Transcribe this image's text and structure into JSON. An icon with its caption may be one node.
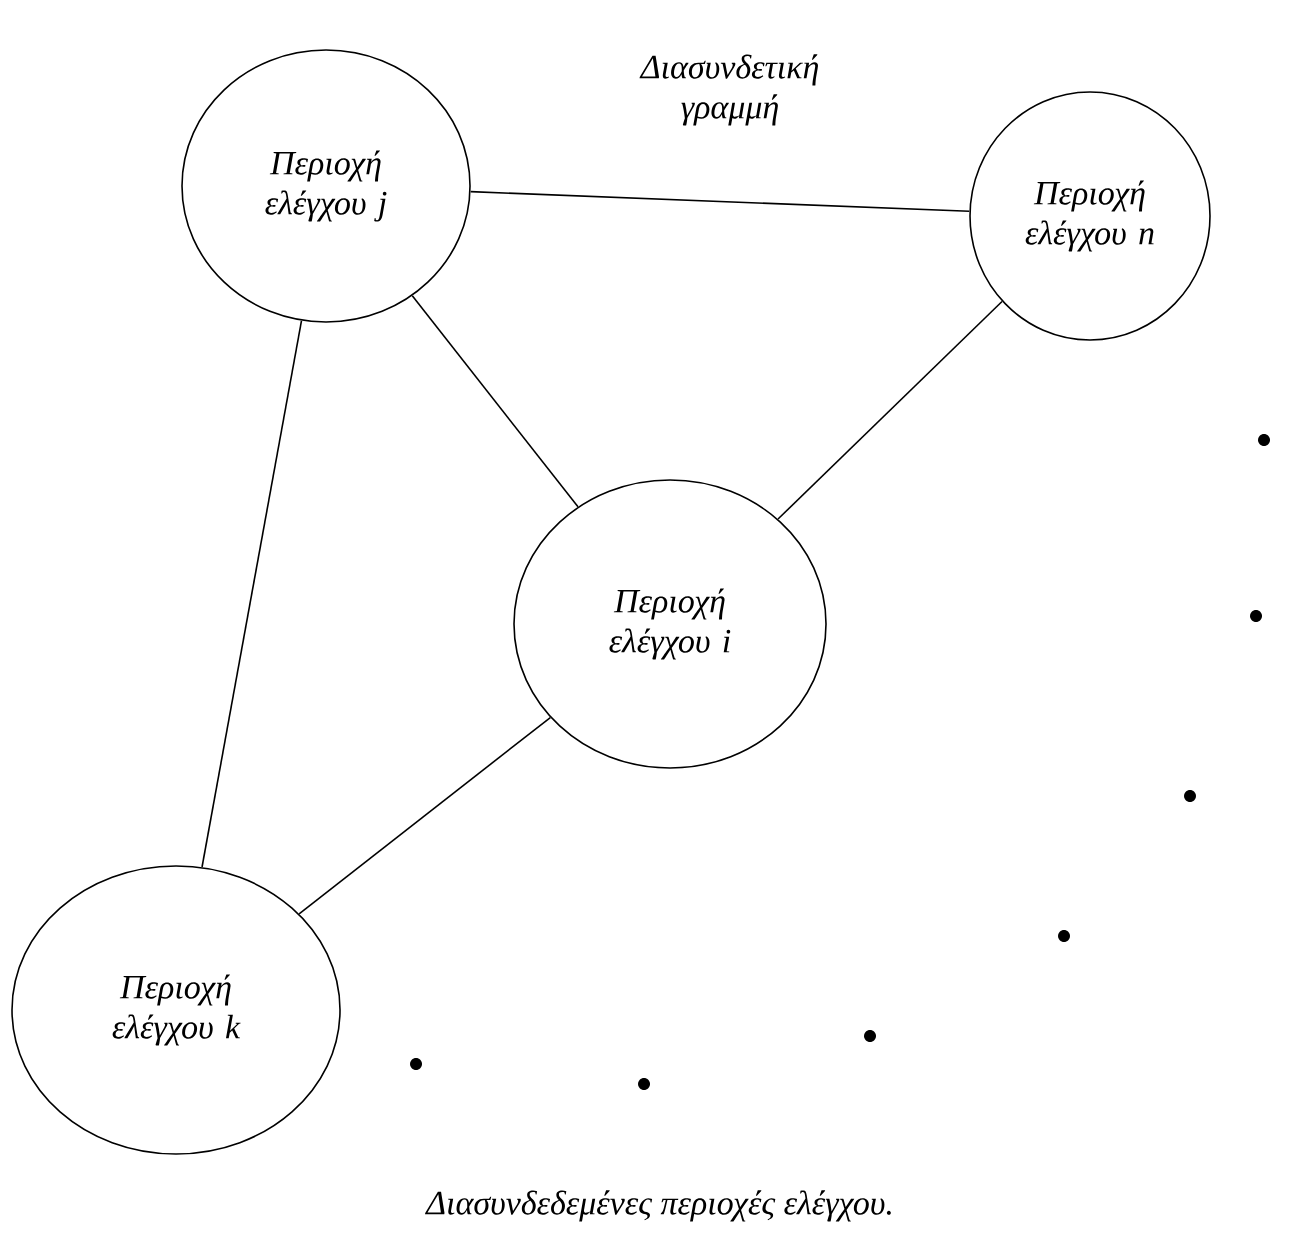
{
  "diagram": {
    "caption": "Διασυνδεδεμένες περιοχές ελέγχου.",
    "nodes": [
      {
        "text": [
          "Περιοχή ελέγχου j"
        ]
      },
      {
        "text": [
          "Περιοχή ελέγχου n"
        ]
      },
      {
        "text": [
          "Περιοχή ελέγχου i"
        ]
      },
      {
        "text": [
          "Περιοχή ελέγχου k"
        ]
      }
    ],
    "edges": [
      {
        "from": 0,
        "to": 1,
        "arrow": "none",
        "label": "Διασυνδετική γραμμή"
      },
      {
        "from": 0,
        "to": 2,
        "arrow": "none"
      },
      {
        "from": 0,
        "to": 3,
        "arrow": "none"
      },
      {
        "from": 1,
        "to": 2,
        "arrow": "none"
      },
      {
        "from": 2,
        "to": 3,
        "arrow": "none"
      }
    ]
  }
}
